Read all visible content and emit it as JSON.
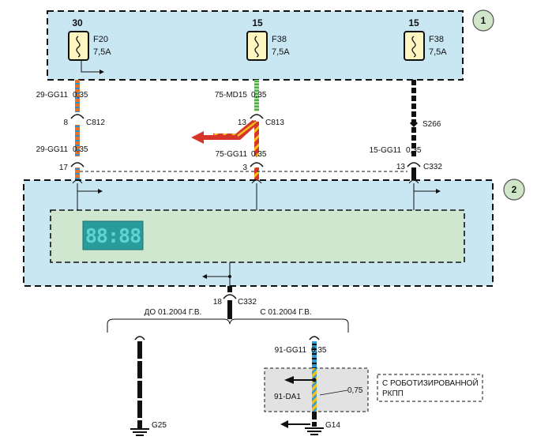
{
  "colors": {
    "panel_fill": "#c9e6f3",
    "display_fill": "#cfe7cf",
    "lcd_fill": "#2a9b9b",
    "lcd_digit": "#5fd4d0",
    "callout_fill": "#cfe6c8",
    "gray_box": "#e2e2e2"
  },
  "callouts": {
    "c1": "1",
    "c2": "2"
  },
  "fuses": [
    {
      "terminal": "30",
      "name": "F20",
      "rating": "7,5A"
    },
    {
      "terminal": "15",
      "name": "F38",
      "rating": "7,5A"
    },
    {
      "terminal": "15",
      "name": "F38",
      "rating": "7,5A"
    }
  ],
  "wire_labels": {
    "w1_top": "29-GG11",
    "w1_top_gauge": "0,35",
    "w1_pin": "8",
    "w1_conn": "C812",
    "w1_bottom": "29-GG11",
    "w1_bottom_gauge": "0,35",
    "w1_pin2": "17",
    "w2_top": "75-MD15",
    "w2_top_gauge": "0,35",
    "w2_pin": "13",
    "w2_conn": "C813",
    "w2_bottom": "75-GG11",
    "w2_bottom_gauge": "0,35",
    "w2_pin2": "3",
    "w3_splice": "S266",
    "w3_bottom": "15-GG11",
    "w3_bottom_gauge": "0,35",
    "w3_pin": "13",
    "w3_conn": "C332"
  },
  "display_text": "88:88",
  "ground_conn": {
    "pin": "18",
    "conn": "C332"
  },
  "branches": {
    "left": "ДО 01.2004 Г.В.",
    "right": "С 01.2004 Г.В."
  },
  "lower": {
    "wire": "91-GG11",
    "wire_gauge": "0,35",
    "da_wire": "91-DA1",
    "da_gauge": "0,75",
    "note_line1": "С РОБОТИЗИРОВАННОЙ",
    "note_line2": "РКПП",
    "ground_left": "G25",
    "ground_right": "G14"
  }
}
